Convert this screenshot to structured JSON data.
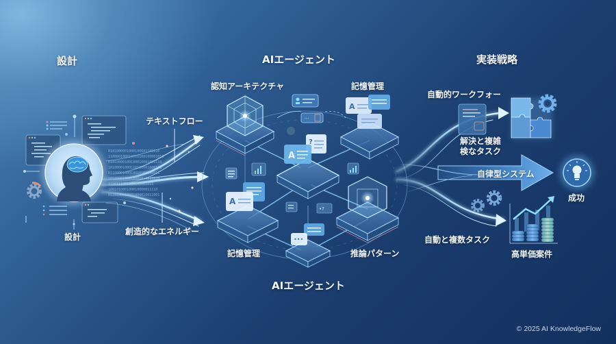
{
  "sections": {
    "design": {
      "title": "設計",
      "bottom_label": "設計",
      "flow_top_label": "テキストフロー",
      "flow_bottom_label": "創造的なエネルギー"
    },
    "agent": {
      "title": "AIエージェント",
      "bottom_title": "AIエージェント",
      "nodes": [
        {
          "id": "cognitive",
          "label": "認知アーキテクチャ"
        },
        {
          "id": "memory-top",
          "label": "記憶管理"
        },
        {
          "id": "memory-bottom",
          "label": "記憶管理"
        },
        {
          "id": "reasoning",
          "label": "推論パターン"
        }
      ]
    },
    "implementation": {
      "title": "実装戦略",
      "items": [
        {
          "id": "workflow",
          "label": "自動的ワークフォー"
        },
        {
          "id": "complex",
          "label_line1": "解決と複雑",
          "label_line2": "検なタスク"
        },
        {
          "id": "autonomous",
          "label": "自律型システム"
        },
        {
          "id": "multi-task",
          "label": "自動と複数タスク"
        },
        {
          "id": "high-value",
          "label": "高単価案件"
        },
        {
          "id": "success",
          "label": "成功"
        }
      ]
    }
  },
  "icons": {
    "brain": "brain-head-icon",
    "gear": "gear-icon",
    "puzzle": "puzzle-icon",
    "lightbulb": "lightbulb-icon",
    "coins_chart": "coins-growth-chart-icon",
    "chat": "chat-bubble-icon",
    "code_window": "code-window-icon"
  },
  "colors": {
    "bg_light": "#7fb6de",
    "bg_dark": "#12305e",
    "glow": "#8fd4ff",
    "accent": "#5ab8f0"
  },
  "footer": {
    "copyright": "© 2025 AI KnowledgeFlow"
  }
}
